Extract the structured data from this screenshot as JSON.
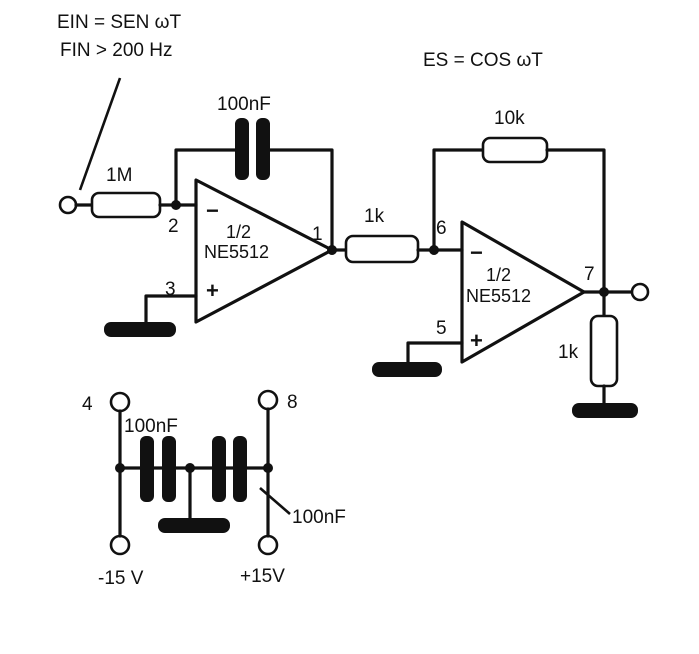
{
  "annotations": {
    "input_signal": "EIN = SEN ωT",
    "input_frequency": "FIN > 200 Hz",
    "output_signal": "ES = COS ωT"
  },
  "stage1": {
    "input_resistor": "1M",
    "feedback_capacitor": "100nF",
    "opamp_fraction": "1/2",
    "opamp_part": "NE5512",
    "pin_inverting": "2",
    "pin_noninverting": "3",
    "pin_output": "1",
    "minus": "−",
    "plus": "+"
  },
  "stage2": {
    "input_resistor": "1k",
    "feedback_resistor": "10k",
    "opamp_fraction": "1/2",
    "opamp_part": "NE5512",
    "pin_inverting": "6",
    "pin_noninverting": "5",
    "pin_output": "7",
    "load_resistor": "1k",
    "minus": "−",
    "plus": "+"
  },
  "supply": {
    "pin_neg": "4",
    "pin_pos": "8",
    "cap_left": "100nF",
    "cap_right": "100nF",
    "label_neg": "-15 V",
    "label_pos": "+15V"
  },
  "colors": {
    "ink": "#111111",
    "paper": "#ffffff",
    "ghost_text": "#d9d9d9"
  }
}
